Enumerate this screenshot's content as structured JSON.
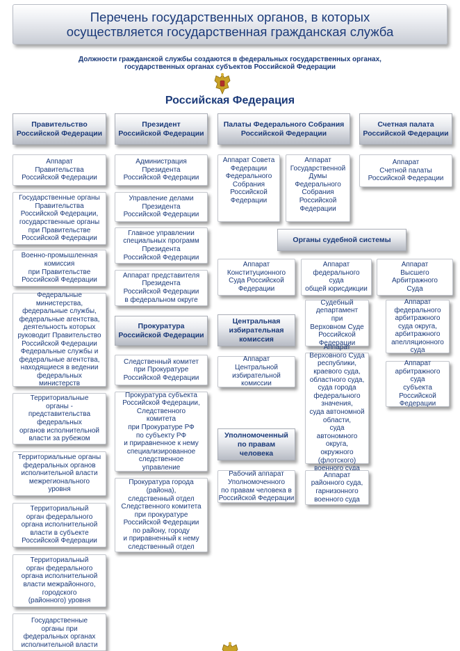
{
  "title": {
    "line1": "Перечень государственных органов, в которых",
    "line2": "осуществляется государственная гражданская служба"
  },
  "subtitle": {
    "line1": "Должности гражданской службы создаются в федеральных государственных органах,",
    "line2": "государственных органах субъектов Российской Федерации"
  },
  "top_label": "Российская Федерация",
  "emblem_icon": "double-headed-eagle-emblem",
  "colors": {
    "text": "#1b3a79",
    "header_bg": "#c9cdd5",
    "box_border": "#c2c5cc"
  },
  "headers": {
    "government": [
      "Правительство",
      "Российской Федерации"
    ],
    "president": [
      "Президент",
      "Российской Федерации"
    ],
    "parliament": [
      "Палаты Федерального Собрания",
      "Российской Федерации"
    ],
    "audit": [
      "Счетная палата",
      "Российской Федерации"
    ],
    "judiciary": [
      "Органы судебной системы"
    ],
    "prosecutor": [
      "Прокуратура",
      "Российской Федерации"
    ],
    "election": [
      "Центральная",
      "избирательная",
      "комиссия"
    ],
    "ombudsman": [
      "Уполномоченный",
      "по правам",
      "человека"
    ]
  },
  "government_items": [
    [
      "Аппарат",
      "Правительства",
      "Российской Федерации"
    ],
    [
      "Государственные органы",
      "Правительства",
      "Российской Федерации,",
      "государственные органы",
      "при Правительстве",
      "Российской Федерации"
    ],
    [
      "Военно-промышленная",
      "комиссия",
      "при Правительстве",
      "Российской Федерации"
    ],
    [
      "Федеральные",
      "министерства,",
      "федеральные службы,",
      "федеральные агентства,",
      "деятельность которых",
      "руководит Правительство",
      "Российской Федерации",
      "Федеральные службы и",
      "федеральные агентства,",
      "находящиеся в ведении",
      "федеральных",
      "министерств"
    ],
    [
      "Территориальные",
      "органы -",
      "представительства",
      "федеральных",
      "органов исполнительной",
      "власти за рубежом"
    ],
    [
      "Территориальные органы",
      "федеральных органов",
      "исполнительной власти",
      "межрегионального",
      "уровня"
    ],
    [
      "Территориальный",
      "орган федерального",
      "органа исполнительной",
      "власти в субъекте",
      "Российской Федерации"
    ],
    [
      "Территориальный",
      "орган федерального",
      "органа исполнительной",
      "власти межрайонного,",
      "городского",
      "(районного) уровня"
    ],
    [
      "Государственные",
      "органы при",
      "федеральных органах",
      "исполнительной власти"
    ]
  ],
  "president_items": [
    [
      "Администрация",
      "Президента",
      "Российской Федерации"
    ],
    [
      "Управление делами",
      "Президента",
      "Российской Федерации"
    ],
    [
      "Главное управлении",
      "специальных программ",
      "Президента",
      "Российской Федерации"
    ],
    [
      "Аппарат представителя",
      "Президента",
      "Российской Федерации",
      "в федеральном округе"
    ]
  ],
  "prosecutor_items": [
    [
      "Следственный комитет",
      "при Прокуратуре",
      "Российской Федерации"
    ],
    [
      "Прокуратура субъекта",
      "Российской Федерации,",
      "Следственного",
      "комитета",
      "при Прокуратуре РФ",
      "по субъекту РФ",
      "и приравненное к нему",
      "специализированное",
      "следственное",
      "управление"
    ],
    [
      "Прокуратура города",
      "(района),",
      "следственный отдел",
      "Следственного комитета",
      "при прокуратуре",
      "Российской Федерации",
      "по району, городу",
      "и приравненный к нему",
      "следственный отдел"
    ]
  ],
  "parliament_items": [
    [
      "Аппарат Совета",
      "Федерации",
      "Федерального",
      "Собрания",
      "Российской",
      "Федерации"
    ],
    [
      "Аппарат",
      "Государственной",
      "Думы",
      "Федерального",
      "Собрания",
      "Российской",
      "Федерации"
    ]
  ],
  "audit_items": [
    [
      "Аппарат",
      "Счетной палаты",
      "Российской Федерации"
    ]
  ],
  "judiciary_items": {
    "constitutional": [
      "Аппарат",
      "Конституционного",
      "Суда Российской",
      "Федерации"
    ],
    "general": [
      "Аппарат",
      "федерального",
      "суда",
      "общей юрисдикции"
    ],
    "arbitration": [
      "Аппарат",
      "Высшего",
      "Арбитражного",
      "Суда"
    ],
    "judicial_department": [
      "Судебный",
      "департамент",
      "при",
      "Верховном Суде",
      "Российской",
      "Федерации"
    ],
    "regional_courts": [
      "Аппарат",
      "Верховного Суда",
      "республики,",
      "краевого суда,",
      "областного суда,",
      "суда города",
      "федерального",
      "значения,",
      "суда автономной",
      "области,",
      "суда",
      "автономного",
      "округа,",
      "окружного",
      "(флотского)",
      "военного суда"
    ],
    "district_courts": [
      "Аппарат",
      "районного суда,",
      "гарнизонного",
      "военного суда"
    ],
    "arbitration_district": [
      "Аппарат",
      "федерального",
      "арбитражного",
      "суда округа,",
      "арбитражного",
      "апелляционного",
      "суда"
    ],
    "arbitration_subject": [
      "Аппарат",
      "арбитражного",
      "суда",
      "субъекта",
      "Российской",
      "Федерации"
    ]
  },
  "election_items": [
    [
      "Аппарат",
      "Центральной",
      "избирательной",
      "комиссии"
    ]
  ],
  "ombudsman_items": [
    [
      "Рабочий аппарат",
      "Уполномоченного",
      "по правам человека в",
      "Российской Федерации"
    ]
  ]
}
